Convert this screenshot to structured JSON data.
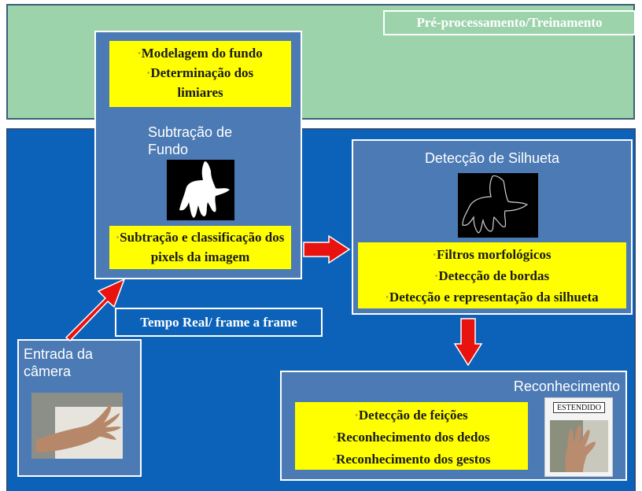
{
  "top_panel": {
    "label": "Pré-processamento/Treinamento"
  },
  "background_subtraction": {
    "title": "Subtração de Fundo",
    "top_items": [
      "Modelagem do fundo",
      "Determinação dos limiares"
    ],
    "bottom_items": [
      "Subtração e classificação dos pixels da imagem"
    ]
  },
  "silhouette": {
    "title": "Detecção de Silhueta",
    "items": [
      "Filtros morfológicos",
      "Detecção de bordas",
      "Detecção e representação da silhueta"
    ]
  },
  "camera": {
    "title": "Entrada da câmera"
  },
  "realtime": {
    "label": "Tempo Real/ frame a frame"
  },
  "recognition": {
    "title": "Reconhecimento",
    "items": [
      "Detecção de feições",
      "Reconhecimento dos dedos",
      "Reconhecimento dos gestos"
    ],
    "result_label": "ESTENDIDO"
  },
  "colors": {
    "top_panel": "#9dd3ab",
    "bottom_panel": "#0b62b8",
    "box": "#4b7ab4",
    "highlight": "#ffff00",
    "arrow": "#e8130f"
  }
}
